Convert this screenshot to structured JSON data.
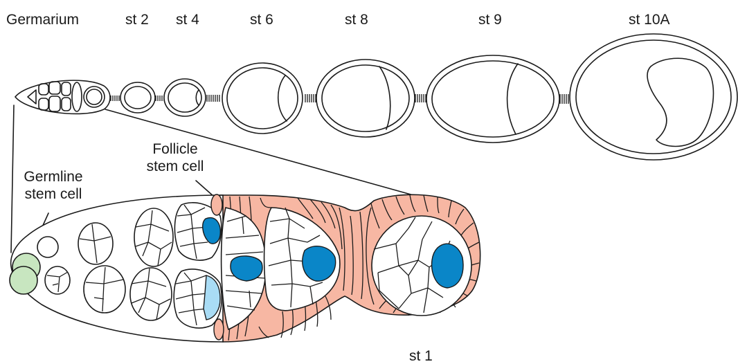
{
  "labels": {
    "germarium": "Germarium",
    "st2": "st 2",
    "st4": "st 4",
    "st6": "st 6",
    "st8": "st 8",
    "st9": "st 9",
    "st10a": "st 10A",
    "follicle_stem_cell": "Follicle\nstem cell",
    "germline_stem_cell": "Germline\nstem cell",
    "st1": "st 1"
  },
  "colors": {
    "follicle_cells": "#f7b7a3",
    "oocyte": "#0a86c8",
    "early_oocyte": "#a9dcf5",
    "germline_stem_cell": "#c8e6c0",
    "outline": "#1a1a1a"
  }
}
